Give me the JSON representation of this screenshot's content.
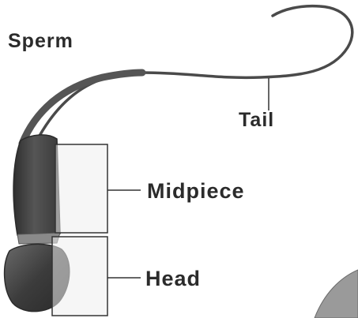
{
  "diagram": {
    "title": "Sperm",
    "labels": {
      "tail": "Tail",
      "midpiece": "Midpiece",
      "head": "Head"
    },
    "colors": {
      "text": "#2b2b2b",
      "body_dark": "#3a3a3a",
      "body_mid": "#5c5c5c",
      "box_fill": "#eeeeee",
      "line": "#333333"
    }
  }
}
